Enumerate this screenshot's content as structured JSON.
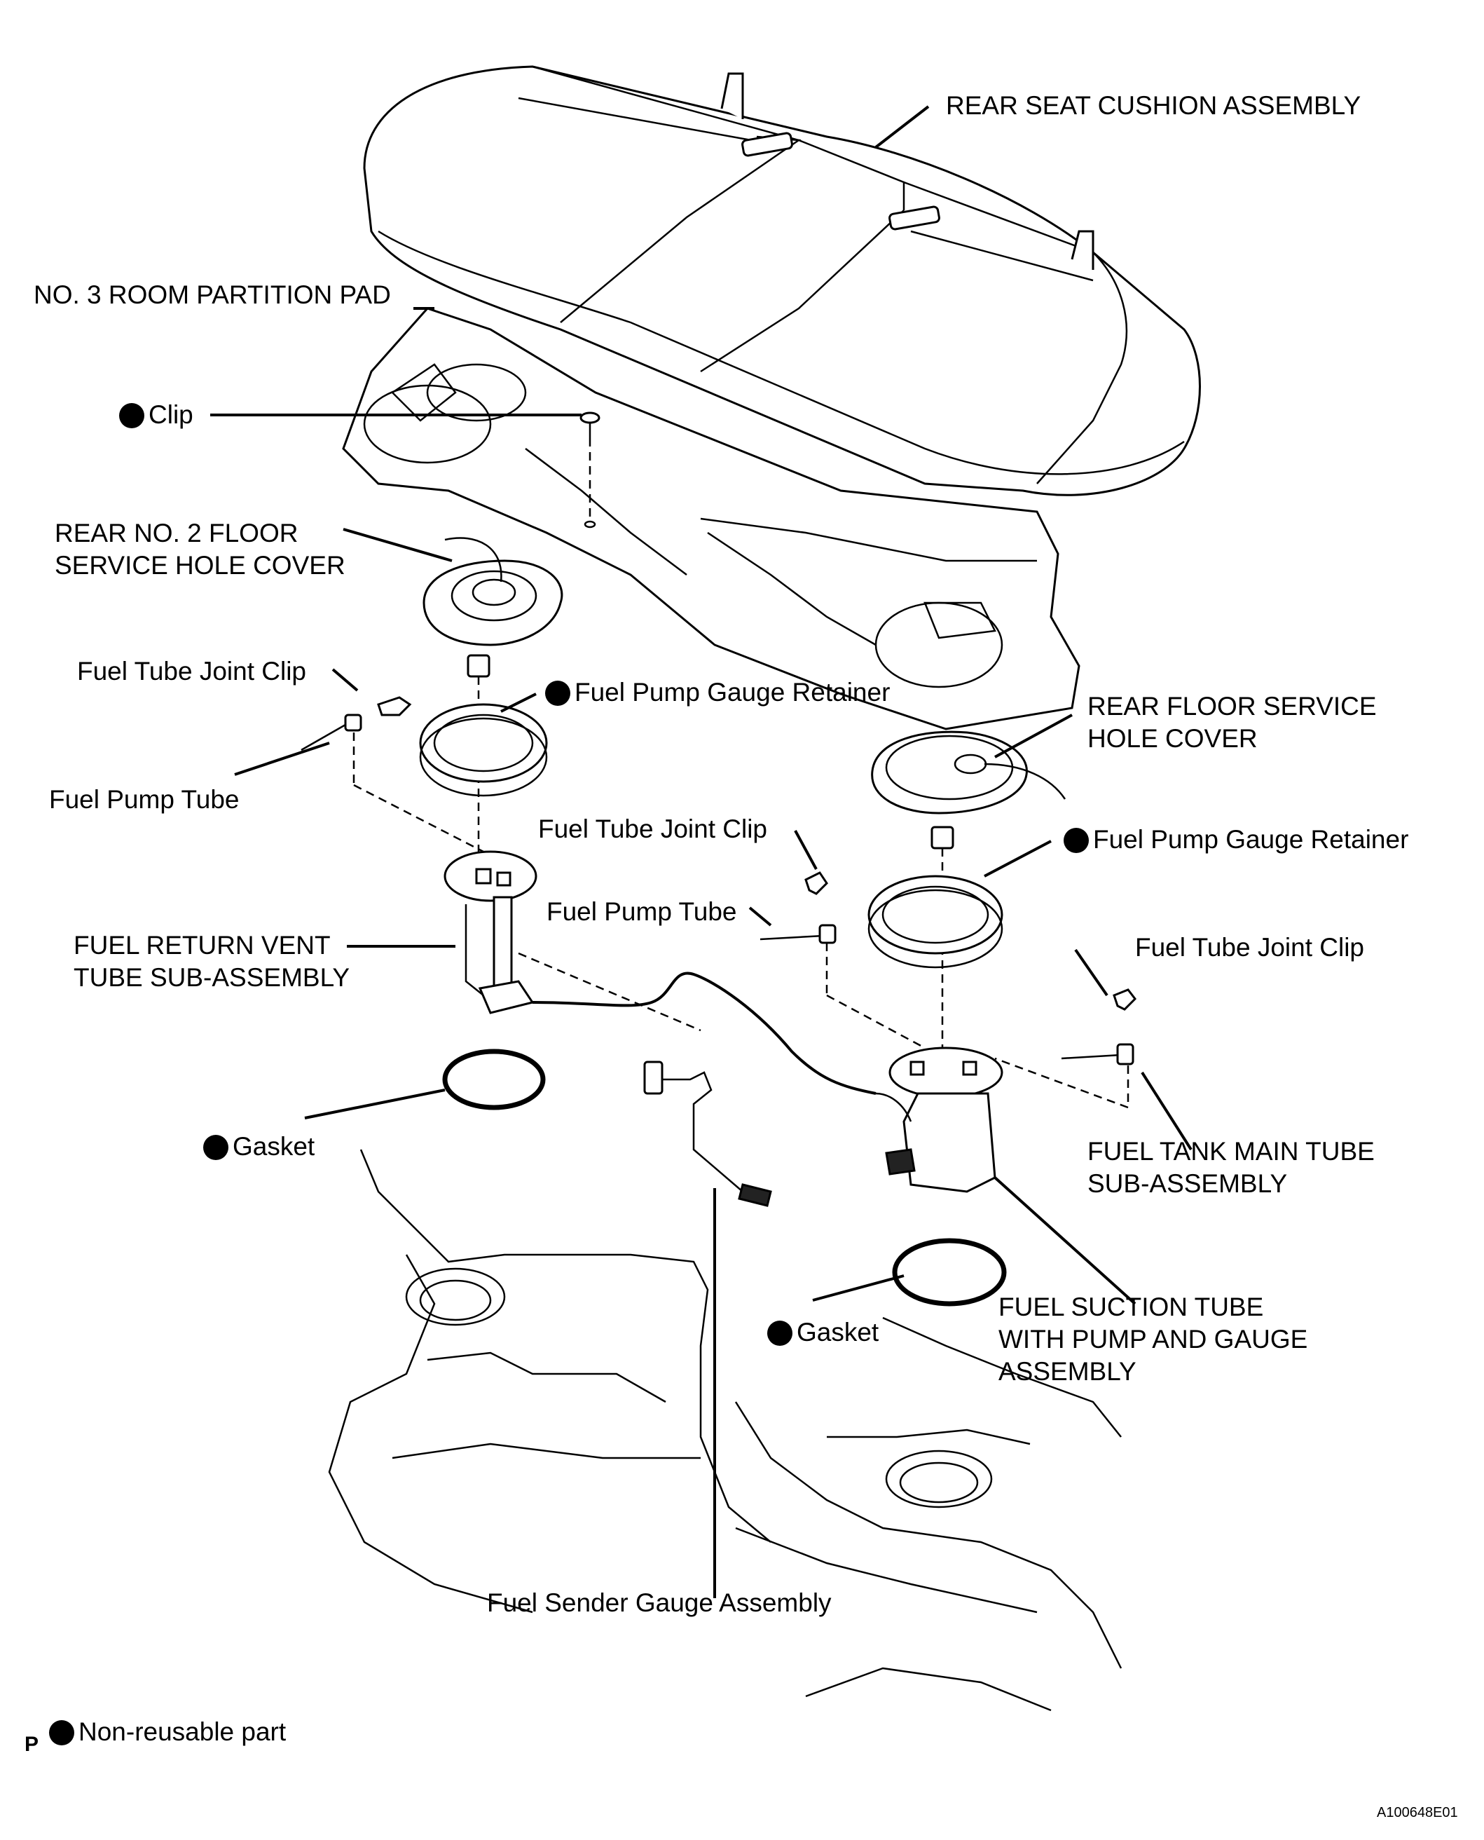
{
  "labels": {
    "rear_seat_cushion": "REAR SEAT CUSHION ASSEMBLY",
    "no3_room_partition": "NO. 3 ROOM PARTITION PAD",
    "clip": "Clip",
    "rear_no2_floor_l1": "REAR NO. 2 FLOOR",
    "rear_no2_floor_l2": "SERVICE HOLE COVER",
    "fuel_tube_joint_clip_1": "Fuel Tube Joint Clip",
    "fuel_pump_gauge_retainer_1": "Fuel Pump Gauge Retainer",
    "fuel_pump_tube_1": "Fuel Pump Tube",
    "rear_floor_service_l1": "REAR FLOOR SERVICE",
    "rear_floor_service_l2": "HOLE COVER",
    "fuel_tube_joint_clip_2": "Fuel Tube Joint Clip",
    "fuel_pump_gauge_retainer_2": "Fuel Pump Gauge Retainer",
    "fuel_pump_tube_2": "Fuel Pump Tube",
    "fuel_return_vent_l1": "FUEL RETURN VENT",
    "fuel_return_vent_l2": "TUBE SUB-ASSEMBLY",
    "fuel_tube_joint_clip_3": "Fuel Tube Joint Clip",
    "gasket_1": "Gasket",
    "fuel_tank_main_l1": "FUEL TANK MAIN TUBE",
    "fuel_tank_main_l2": "SUB-ASSEMBLY",
    "gasket_2": "Gasket",
    "fuel_suction_l1": "FUEL SUCTION TUBE",
    "fuel_suction_l2": "WITH PUMP AND GAUGE",
    "fuel_suction_l3": "ASSEMBLY",
    "fuel_sender_gauge": "Fuel Sender Gauge Assembly",
    "legend_non_reusable": "Non-reusable part",
    "legend_letter": "P",
    "figure_code": "A100648E01"
  }
}
